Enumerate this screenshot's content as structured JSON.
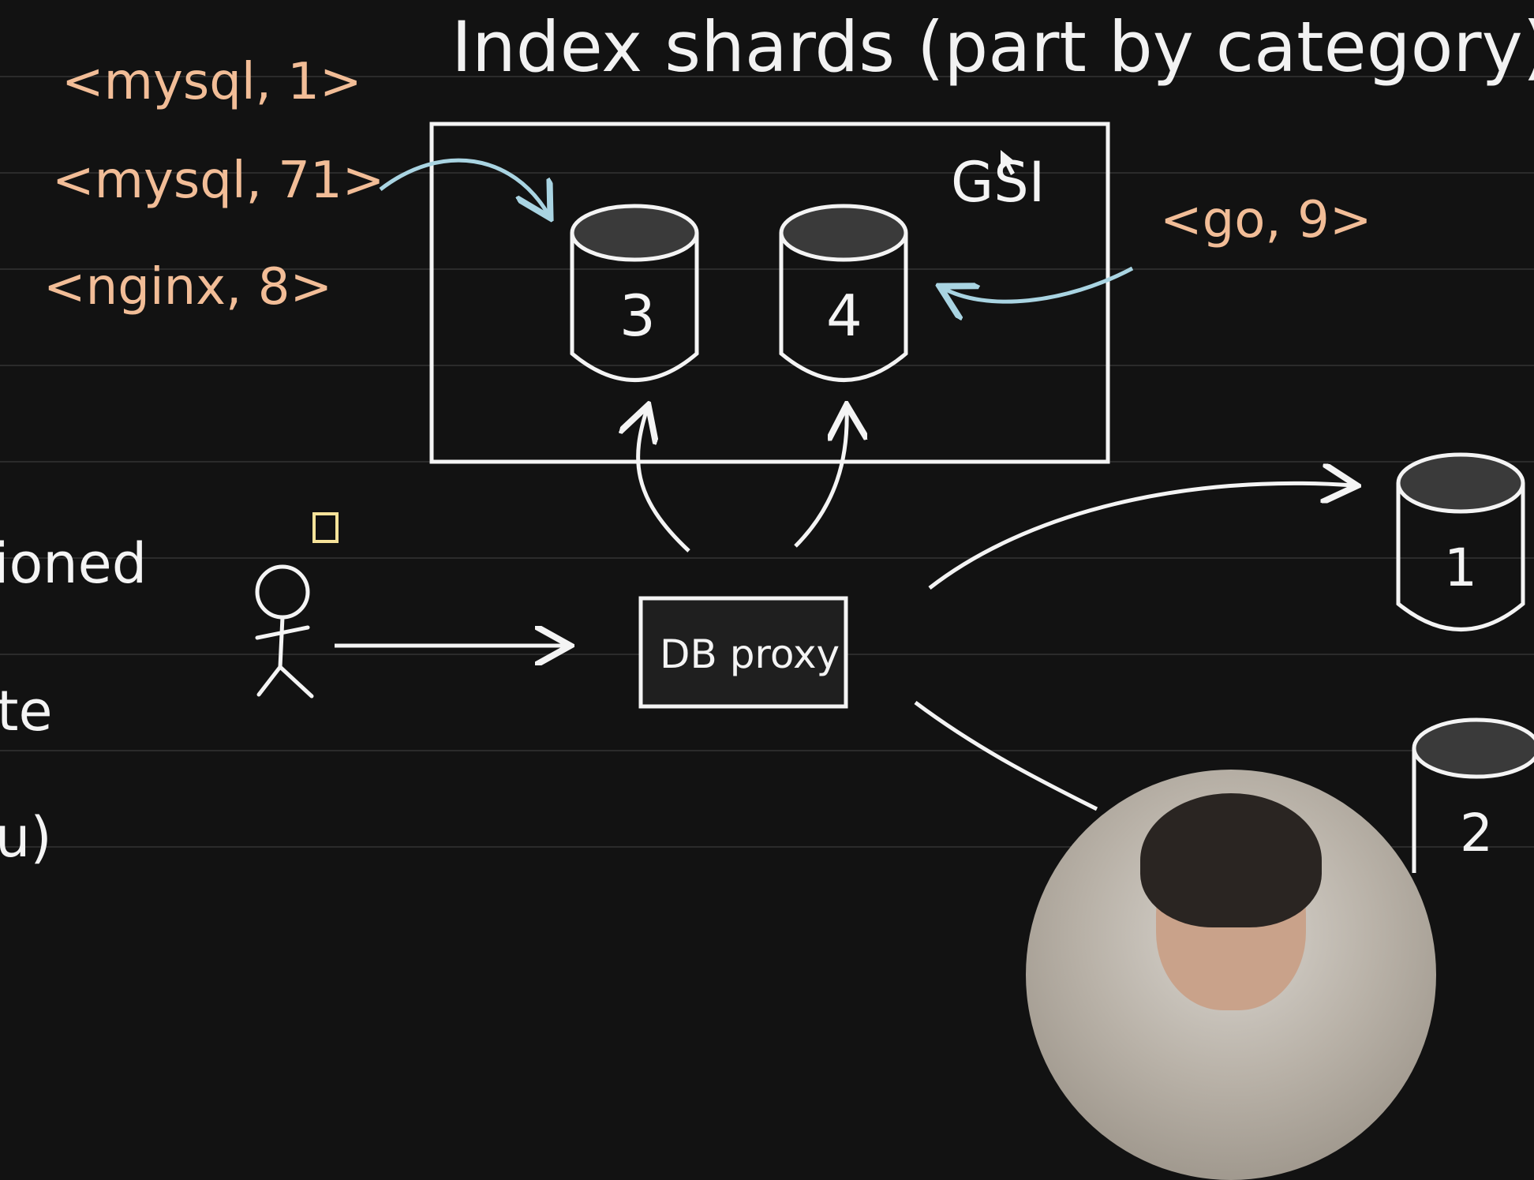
{
  "title": "Index shards (part by category)",
  "left_entries": [
    "<mysql, 1>",
    "<mysql, 71>",
    "<nginx, 8>"
  ],
  "right_entry": "<go, 9>",
  "gsi_label": "GSI",
  "index_shards": [
    "3",
    "4"
  ],
  "data_shards": [
    "1",
    "2"
  ],
  "proxy_label": "DB proxy",
  "partial_text": [
    "ioned",
    "te",
    "u)"
  ],
  "colors": {
    "background": "#121212",
    "ink": "#f4f4f4",
    "orange_ink": "#f2bd97",
    "blue_ink": "#a9d4e2",
    "cursor_yellow": "#f7e39a"
  }
}
